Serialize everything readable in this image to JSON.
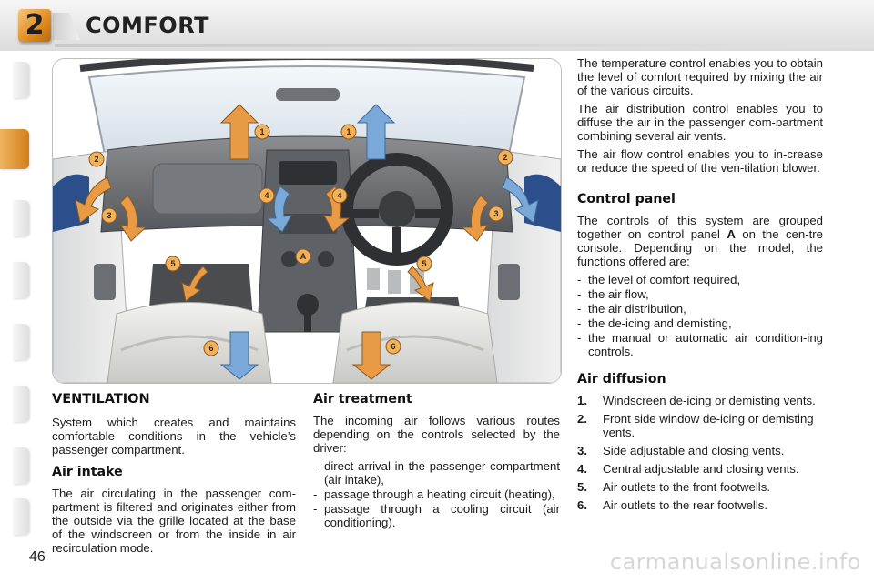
{
  "header": {
    "chapter_number": "2",
    "chapter_title": "COMFORT"
  },
  "page_number": "46",
  "watermark": "carmanualsonline.info",
  "colors": {
    "accent_orange": "#e08a1e",
    "arrow_blue": "#7aa8d8",
    "arrow_orange": "#e89a45",
    "marker_fill": "#f2b25c"
  },
  "diagram": {
    "markers": [
      "1",
      "1",
      "2",
      "2",
      "3",
      "3",
      "4",
      "4",
      "5",
      "5",
      "6",
      "6",
      "A"
    ]
  },
  "ventilation": {
    "title": "VENTILATION",
    "intro": "System which creates and maintains comfortable conditions in the vehicle’s passenger compartment.",
    "air_intake_title": "Air intake",
    "air_intake_text": "The air circulating in the passenger com-partment is filtered and originates either from the outside via the grille located at the base of the windscreen or from the inside in air recirculation mode."
  },
  "air_treatment": {
    "title": "Air treatment",
    "intro": "The incoming air follows various routes depending on the controls selected by the driver:",
    "items": [
      "direct arrival in the passenger compartment (air intake),",
      "passage through a heating circuit (heating),",
      "passage through a cooling circuit (air conditioning)."
    ]
  },
  "right_column": {
    "para1": "The temperature control enables you to obtain the level of comfort required by mixing the air of the various circuits.",
    "para2": "The air distribution control enables you to diffuse the air in the passenger com-partment combining several air vents.",
    "para3": "The air flow control enables you to in-crease or reduce the speed of the ven-tilation blower.",
    "control_panel_title": "Control panel",
    "control_panel_text_before": "The controls of this system are grouped together on control panel ",
    "control_panel_bold": "A",
    "control_panel_text_after": " on the cen-tre console. Depending on the model, the functions offered are:",
    "control_panel_items": [
      "the level of comfort required,",
      "the air flow,",
      "the air distribution,",
      "the de-icing and demisting,",
      "the manual or automatic air condition-ing controls."
    ],
    "air_diffusion_title": "Air diffusion",
    "air_diffusion_items": [
      {
        "num": "1.",
        "text": "Windscreen de-icing or demisting vents."
      },
      {
        "num": "2.",
        "text": "Front side window de-icing or demisting vents."
      },
      {
        "num": "3.",
        "text": "Side adjustable and closing vents."
      },
      {
        "num": "4.",
        "text": "Central adjustable and closing vents."
      },
      {
        "num": "5.",
        "text": "Air outlets to the front footwells."
      },
      {
        "num": "6.",
        "text": "Air outlets to the rear footwells."
      }
    ]
  }
}
